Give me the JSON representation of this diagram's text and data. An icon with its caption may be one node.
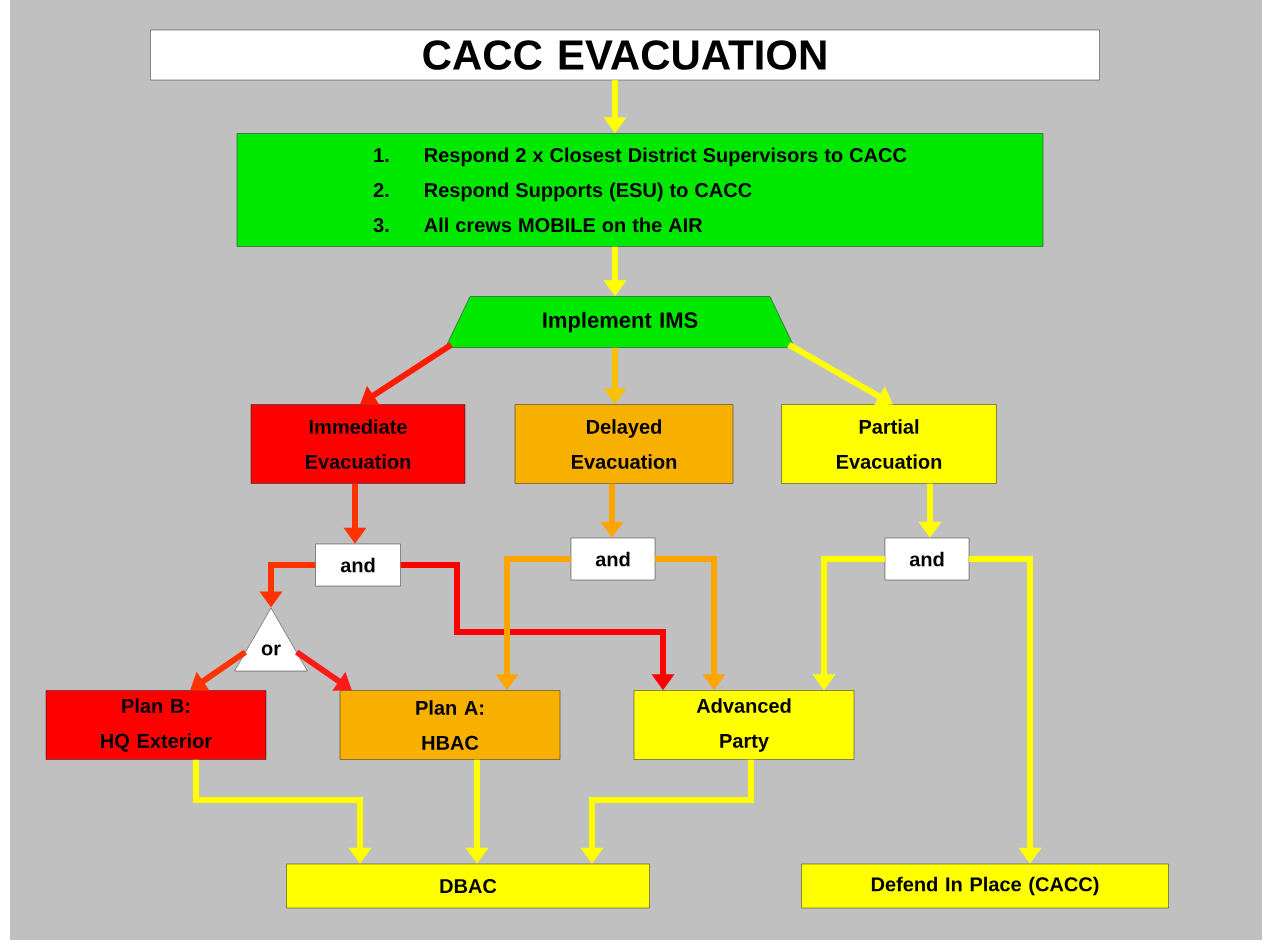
{
  "diagram": {
    "nodes": [
      {
        "text": [
          "CACC EVACUATION"
        ]
      },
      {
        "text": [
          "1.",
          "Respond 2 x Closest District Supervisors to CACC",
          "2.",
          "Respond Supports (ESU) to CACC",
          "3.",
          "All crews MOBILE on the AIR"
        ]
      },
      {
        "text": [
          "Implement IMS"
        ]
      },
      {
        "text": [
          "Immediate Evacuation"
        ]
      },
      {
        "text": [
          "Delayed Evacuation"
        ]
      },
      {
        "text": [
          "Partial Evacuation"
        ]
      },
      {
        "text": [
          "and"
        ]
      },
      {
        "text": [
          "and"
        ]
      },
      {
        "text": [
          "and"
        ]
      },
      {
        "text": [
          "or"
        ]
      },
      {
        "text": [
          "Plan B:",
          "HQ Exterior"
        ]
      },
      {
        "text": [
          "Plan A:",
          "HBAC"
        ]
      },
      {
        "text": [
          "Advanced Party"
        ]
      },
      {
        "text": [
          "DBAC"
        ]
      },
      {
        "text": [
          "Defend In Place (CACC)"
        ]
      }
    ],
    "edges": [
      {
        "from": 0,
        "to": 1,
        "arrow": "to"
      },
      {
        "from": 1,
        "to": 2,
        "arrow": "to"
      },
      {
        "from": 2,
        "to": 3,
        "arrow": "to",
        "color": "#ff1a00"
      },
      {
        "from": 2,
        "to": 4,
        "arrow": "to",
        "color": "#f8c000"
      },
      {
        "from": 2,
        "to": 5,
        "arrow": "to"
      },
      {
        "from": 3,
        "to": 6,
        "arrow": "to",
        "color": "#ff3300"
      },
      {
        "from": 4,
        "to": 7,
        "arrow": "to",
        "color": "#ffa500"
      },
      {
        "from": 5,
        "to": 8,
        "arrow": "to"
      },
      {
        "from": 6,
        "to": 9,
        "arrow": "to",
        "color": "#ff3300"
      },
      {
        "from": 6,
        "to": 12,
        "arrow": "to",
        "color": "#ff0000"
      },
      {
        "from": 7,
        "to": 11,
        "arrow": "to",
        "color": "#ffa500"
      },
      {
        "from": 7,
        "to": 12,
        "arrow": "to",
        "color": "#ffa500"
      },
      {
        "from": 8,
        "to": 12,
        "arrow": "to"
      },
      {
        "from": 8,
        "to": 14,
        "arrow": "to"
      },
      {
        "from": 9,
        "to": 10,
        "arrow": "to",
        "color": "#ff3300"
      },
      {
        "from": 9,
        "to": 11,
        "arrow": "to",
        "color": "#ff1a1a"
      },
      {
        "from": 10,
        "to": 13,
        "arrow": "to"
      },
      {
        "from": 11,
        "to": 13,
        "arrow": "to"
      },
      {
        "from": 12,
        "to": 13,
        "arrow": "to"
      }
    ]
  }
}
